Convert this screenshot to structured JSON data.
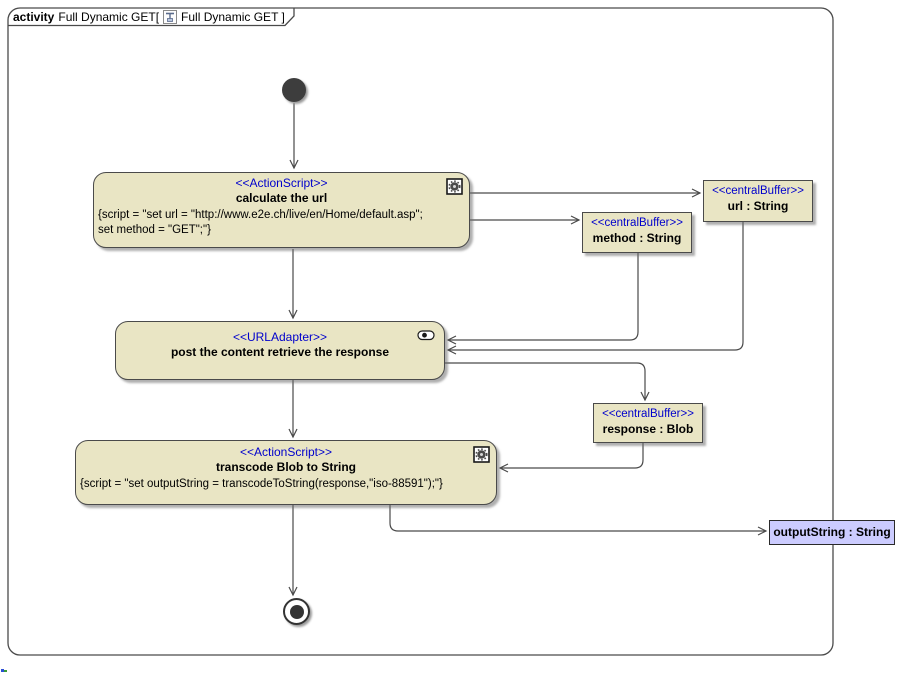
{
  "title": {
    "kind": "activity",
    "activity_name": "Full Dynamic GET[",
    "diagram_name": "Full Dynamic GET ]",
    "icon": "activity-diagram-icon"
  },
  "colors": {
    "node_fill": "#e9e5c4",
    "node_border": "#4a4a4a",
    "stereotype_text": "#0000cc",
    "object_node_fill": "#ccccff",
    "connector": "#4a4a4a",
    "initial_final_fill": "#3d3d3d"
  },
  "icons": {
    "action_icon": "gear-icon",
    "adapter_icon": "pill-toggle-icon",
    "title_icon": "activity-diagram-icon"
  },
  "nodes": {
    "calculate_url": {
      "stereotype": "<<ActionScript>>",
      "name": "calculate the url",
      "script_line1": "{script = \"set url = \"http://www.e2e.ch/live/en/Home/default.asp\";",
      "script_line2": "set method = \"GET\";\"}"
    },
    "url_buffer": {
      "stereotype": "<<centralBuffer>>",
      "name": "url : String"
    },
    "method_buffer": {
      "stereotype": "<<centralBuffer>>",
      "name": "method : String"
    },
    "url_adapter": {
      "stereotype": "<<URLAdapter>>",
      "name": "post the content retrieve the response"
    },
    "response_buffer": {
      "stereotype": "<<centralBuffer>>",
      "name": "response : Blob"
    },
    "transcode": {
      "stereotype": "<<ActionScript>>",
      "name": "transcode Blob to String",
      "script_line1": "{script = \"set outputString = transcodeToString(response,\"iso-88591\");\"}"
    },
    "output_pin": {
      "name": "outputString : String"
    }
  }
}
